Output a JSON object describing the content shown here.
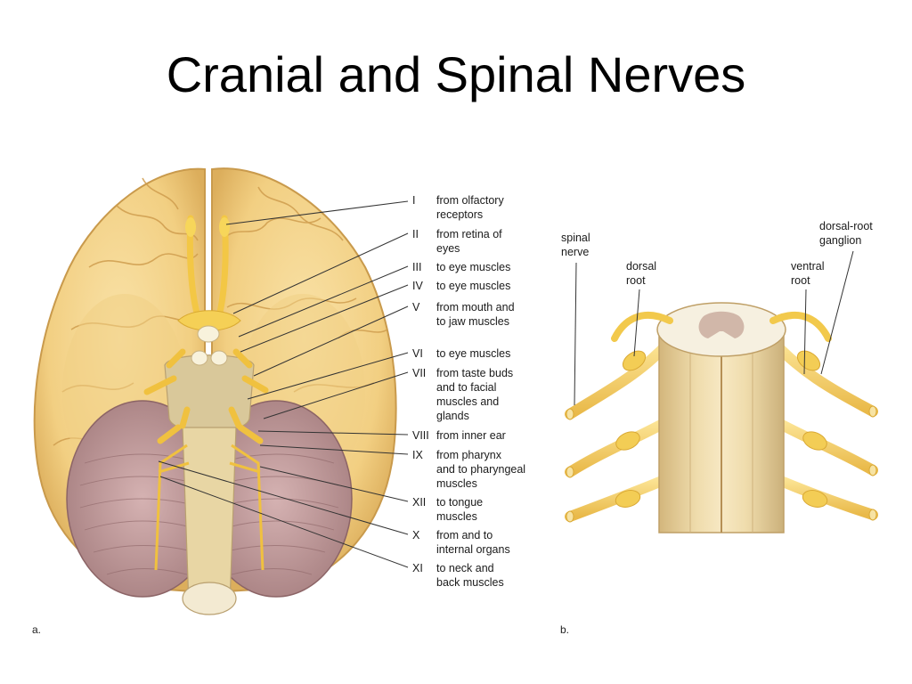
{
  "slide": {
    "title": "Cranial and Spinal Nerves"
  },
  "cranial_nerves": [
    {
      "numeral": "I",
      "description": "from olfactory\nreceptors"
    },
    {
      "numeral": "II",
      "description": "from retina of\neyes"
    },
    {
      "numeral": "III",
      "description": "to eye muscles"
    },
    {
      "numeral": "IV",
      "description": "to eye muscles"
    },
    {
      "numeral": "V",
      "description": "from mouth and\nto jaw muscles"
    },
    {
      "numeral": "VI",
      "description": "to eye muscles"
    },
    {
      "numeral": "VII",
      "description": "from taste buds\nand to facial\nmuscles and\nglands"
    },
    {
      "numeral": "VIII",
      "description": "from inner ear"
    },
    {
      "numeral": "IX",
      "description": "from pharynx\nand to pharyngeal\nmuscles"
    },
    {
      "numeral": "XII",
      "description": "to tongue\nmuscles"
    },
    {
      "numeral": "X",
      "description": "from and to\ninternal organs"
    },
    {
      "numeral": "XI",
      "description": "to neck and\nback muscles"
    }
  ],
  "spinal_labels": {
    "spinal_nerve": "spinal\nnerve",
    "dorsal_root": "dorsal\nroot",
    "ventral_root": "ventral\nroot",
    "dorsal_root_ganglion": "dorsal-root\nganglion"
  },
  "panels": {
    "a": "a.",
    "b": "b."
  }
}
